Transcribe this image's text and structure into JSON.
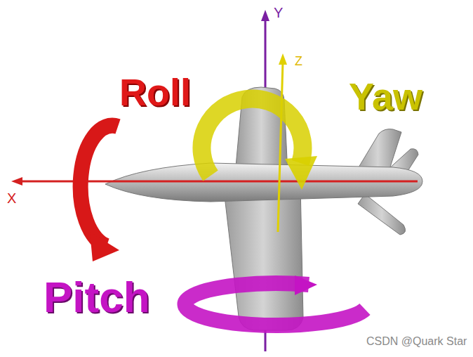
{
  "diagram": {
    "labels": [
      "Roll",
      "Yaw",
      "Pitch",
      "X",
      "Y",
      "Z",
      "CSDN @Quark Star"
    ]
  }
}
